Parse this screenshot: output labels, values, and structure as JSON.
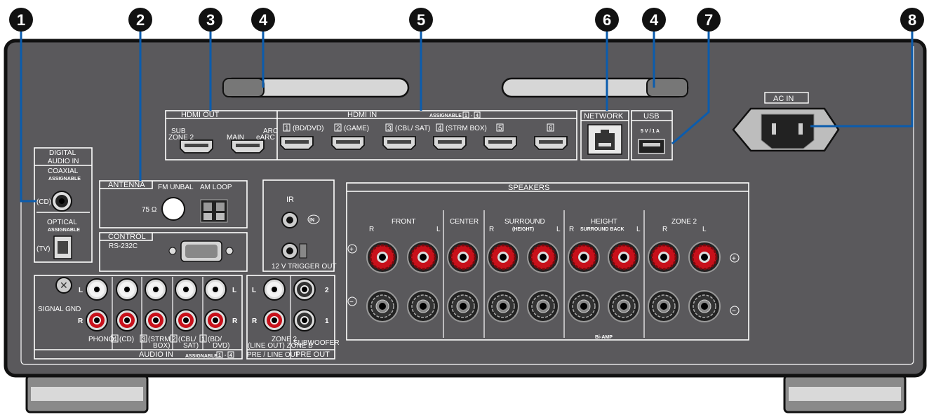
{
  "callouts": [
    "1",
    "2",
    "3",
    "4",
    "5",
    "6",
    "4",
    "7",
    "8"
  ],
  "colors": {
    "panel": "#5a595c",
    "outline": "#111111",
    "callout_line": "#0b5cad",
    "terminal_red": "#c8101a"
  },
  "digital_audio_in": {
    "title1": "DIGITAL",
    "title2": "AUDIO IN",
    "coaxial": "COAXIAL",
    "coaxial_tag": "ASSIGNABLE",
    "coaxial_port": "(CD)",
    "optical": "OPTICAL",
    "optical_tag": "ASSIGNABLE",
    "optical_port": "(TV)"
  },
  "antenna": {
    "title": "ANTENNA",
    "fm": "FM UNBAL",
    "ohm": "75 Ω",
    "am": "AM LOOP"
  },
  "control": {
    "title": "CONTROL",
    "port": "RS-232C"
  },
  "ir": {
    "title": "IR",
    "in": "IN",
    "trigger": "12 V  TRIGGER OUT"
  },
  "hdmi_out": {
    "title": "HDMI OUT",
    "sub1": "SUB",
    "sub2": "ZONE 2",
    "main": "MAIN",
    "arc1": "ARC",
    "arc2": "eARC"
  },
  "hdmi_in": {
    "title": "HDMI IN",
    "assignable": "ASSIGNABLE",
    "range_a": "1",
    "range_sep": "-",
    "range_b": "4",
    "ports": [
      {
        "num": "1",
        "name": "(BD/DVD)"
      },
      {
        "num": "2",
        "name": "(GAME)"
      },
      {
        "num": "3",
        "name": "(CBL/ SAT)"
      },
      {
        "num": "4",
        "name": "(STRM BOX)"
      },
      {
        "num": "5",
        "name": ""
      },
      {
        "num": "6",
        "name": ""
      }
    ]
  },
  "network": {
    "title": "NETWORK"
  },
  "usb": {
    "title": "USB",
    "rating": "5 V / 1 A"
  },
  "ac_in": {
    "title": "AC IN"
  },
  "speakers": {
    "title": "SPEAKERS",
    "front": "FRONT",
    "center": "CENTER",
    "surround": "SURROUND",
    "surround_sub": "(HEIGHT)",
    "height": "HEIGHT",
    "height_sub": "SURROUND BACK",
    "zone2": "ZONE 2",
    "r": "R",
    "l": "L",
    "biamp": "Bi-AMP",
    "plus": "+",
    "minus": "−"
  },
  "audio_in": {
    "title": "AUDIO IN",
    "assignable": "ASSIGNABLE",
    "range_a": "1",
    "range_sep": "-",
    "range_b": "4",
    "signal_gnd": "SIGNAL GND",
    "l": "L",
    "r": "R",
    "inputs": [
      {
        "num": "",
        "name": "PHONO",
        "name2": ""
      },
      {
        "num": "4",
        "name": "(CD)",
        "name2": ""
      },
      {
        "num": "3",
        "name": "(STRM",
        "name2": "BOX)"
      },
      {
        "num": "2",
        "name": "(CBL/",
        "name2": "SAT)"
      },
      {
        "num": "1",
        "name": "(BD/",
        "name2": "DVD)"
      }
    ]
  },
  "pre_line_out": {
    "title": "PRE / LINE OUT",
    "l": "L",
    "r": "R",
    "zone1": "ZONE 2",
    "zone2": "(LINE OUT) ZONE B"
  },
  "pre_out": {
    "title": "PRE OUT",
    "ch2": "2",
    "ch1": "1",
    "sub": "SUBWOOFER"
  }
}
